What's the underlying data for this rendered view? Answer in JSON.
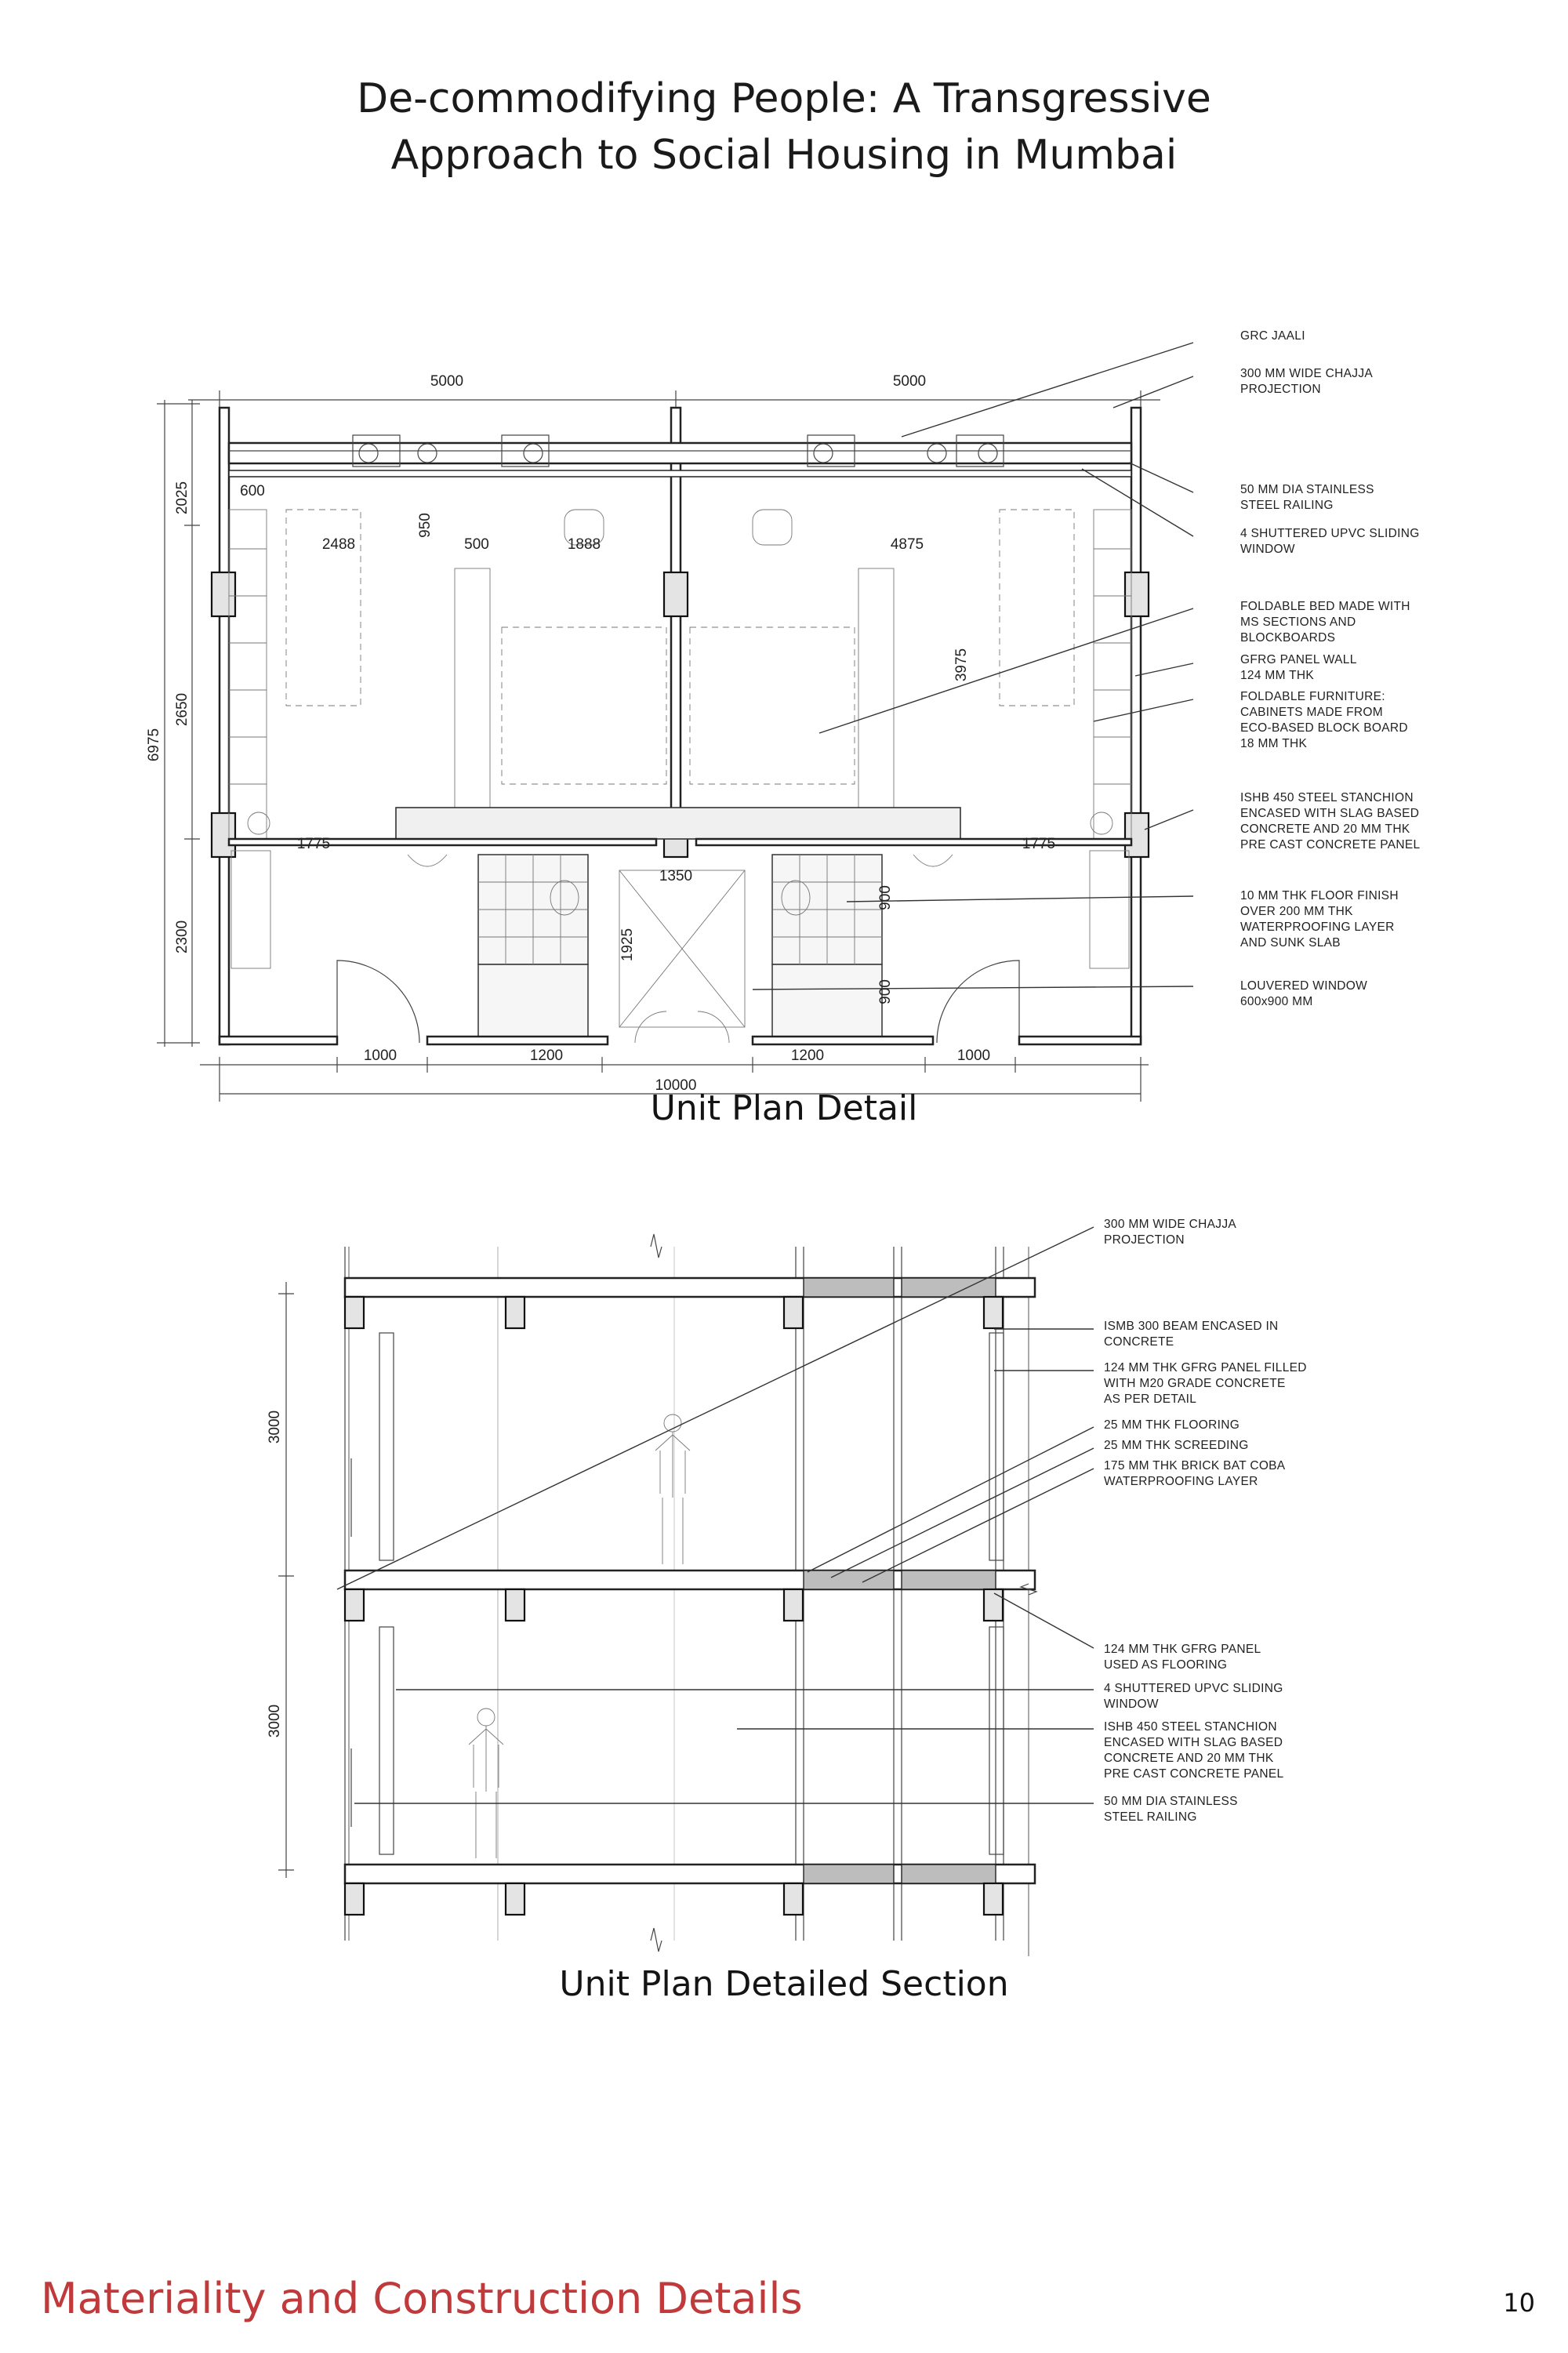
{
  "page": {
    "title_line1": "De-commodifying People: A Transgressive",
    "title_line2": "Approach to Social Housing in Mumbai",
    "caption_plan": "Unit Plan Detail",
    "caption_section": "Unit Plan Detailed Section",
    "footer_title": "Materiality and Construction Details",
    "page_number": "10",
    "accent_color": "#c0393b"
  },
  "plan": {
    "dims": {
      "top_left": "5000",
      "top_right": "5000",
      "overall_height": "6975",
      "left_top": "2025",
      "left_mid": "2650",
      "left_bottom": "2300",
      "d600": "600",
      "d2488": "2488",
      "d950": "950",
      "d500": "500",
      "d1888": "1888",
      "d4875": "4875",
      "d3975": "3975",
      "d1775_left": "1775",
      "d1775_right": "1775",
      "d1350": "1350",
      "d1925": "1925",
      "d900_a": "900",
      "d900_b": "900",
      "bottom_1000_left": "1000",
      "bottom_1200_left": "1200",
      "bottom_1200_right": "1200",
      "bottom_1000_right": "1000",
      "bottom_total": "10000"
    },
    "notes": [
      [
        "GRC JAALI"
      ],
      [
        "300 MM WIDE CHAJJA",
        "PROJECTION"
      ],
      [
        "50 MM DIA STAINLESS",
        "STEEL RAILING"
      ],
      [
        "4 SHUTTERED UPVC SLIDING",
        "WINDOW"
      ],
      [
        "FOLDABLE BED MADE WITH",
        "MS SECTIONS AND",
        "BLOCKBOARDS"
      ],
      [
        "GFRG PANEL WALL",
        "124 MM THK"
      ],
      [
        "FOLDABLE FURNITURE:",
        "CABINETS MADE FROM",
        "ECO-BASED BLOCK BOARD",
        "18 MM THK"
      ],
      [
        "ISHB 450 STEEL STANCHION",
        "ENCASED WITH SLAG BASED",
        "CONCRETE AND 20 MM THK",
        "PRE CAST CONCRETE PANEL"
      ],
      [
        "10 MM THK FLOOR FINISH",
        "OVER 200 MM THK",
        "WATERPROOFING LAYER",
        "AND SUNK SLAB"
      ],
      [
        "LOUVERED WINDOW",
        "600x900 MM"
      ]
    ]
  },
  "section": {
    "dims": {
      "upper": "3000",
      "lower": "3000"
    },
    "notes": [
      [
        "300 MM WIDE CHAJJA",
        "PROJECTION"
      ],
      [
        "ISMB 300 BEAM ENCASED IN",
        "CONCRETE"
      ],
      [
        "124 MM THK GFRG PANEL FILLED",
        "WITH M20 GRADE CONCRETE",
        "AS PER DETAIL"
      ],
      [
        "25 MM THK FLOORING"
      ],
      [
        "25 MM THK SCREEDING"
      ],
      [
        "175 MM THK BRICK BAT COBA",
        "WATERPROOFING LAYER"
      ],
      [
        "124 MM THK GFRG PANEL",
        "USED AS FLOORING"
      ],
      [
        "4 SHUTTERED UPVC SLIDING",
        "WINDOW"
      ],
      [
        "ISHB 450 STEEL STANCHION",
        "ENCASED WITH SLAG BASED",
        "CONCRETE AND 20 MM THK",
        "PRE CAST CONCRETE PANEL"
      ],
      [
        "50 MM DIA STAINLESS",
        "STEEL RAILING"
      ]
    ]
  }
}
